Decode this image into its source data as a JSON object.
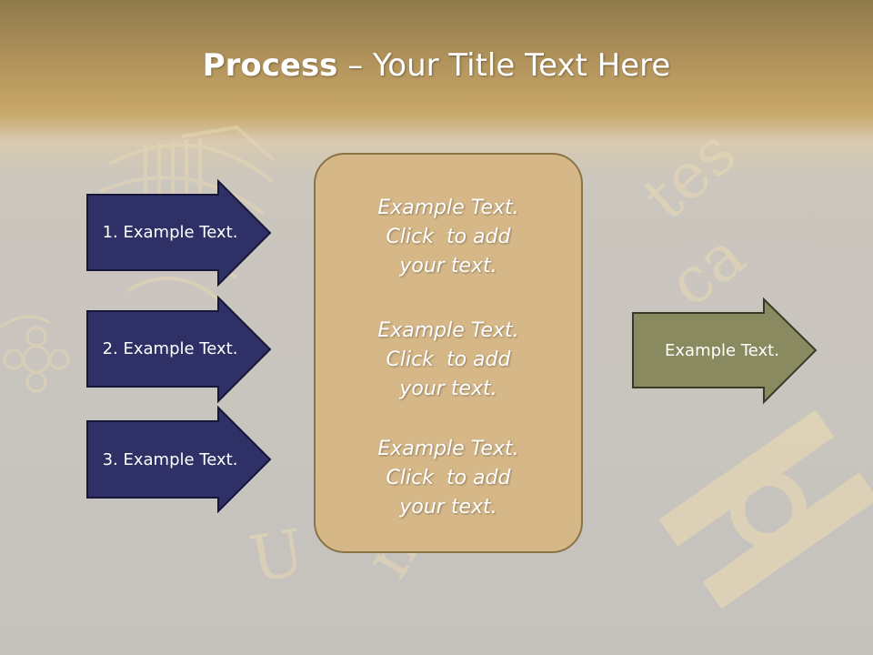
{
  "title": {
    "bold": "Process",
    "rest": " – Your Title Text Here"
  },
  "steps": [
    {
      "label": "1. Example Text."
    },
    {
      "label": "2. Example Text."
    },
    {
      "label": "3. Example Text."
    }
  ],
  "center": {
    "blocks": [
      {
        "line1": "Example Text.",
        "line2": "Click  to add",
        "line3": "your text."
      },
      {
        "line1": "Example Text.",
        "line2": "Click  to add",
        "line3": "your text."
      },
      {
        "line1": "Example Text.",
        "line2": "Click  to add",
        "line3": "your text."
      }
    ]
  },
  "output": {
    "label": "Example Text."
  },
  "colors": {
    "step_fill": "#2e3066",
    "output_fill": "#8a8a60",
    "center_fill": "#d6b888",
    "title_band": "#c8a868"
  }
}
